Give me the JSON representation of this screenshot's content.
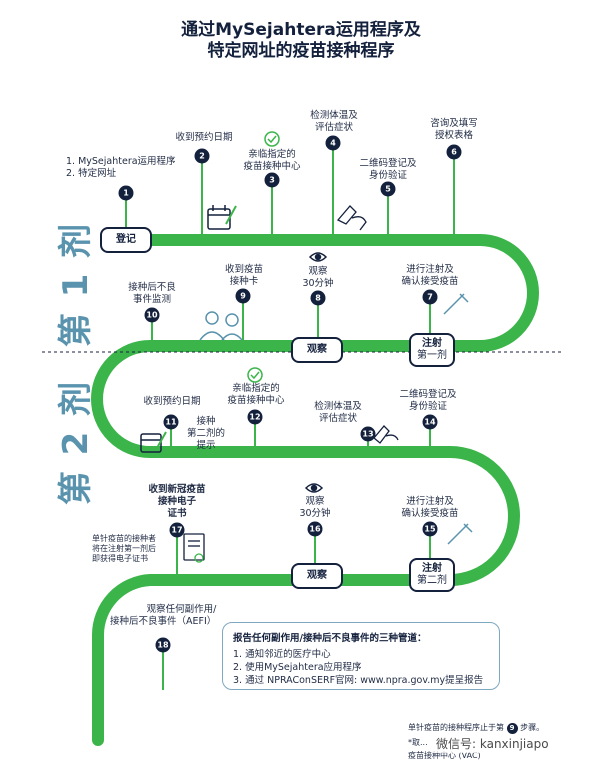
{
  "title": {
    "line1": "通过MySejahtera运用程序及",
    "line2": "特定网址的疫苗接种程序"
  },
  "dose_labels": {
    "dose1": "第 1 剂",
    "dose2": "第 2 剂"
  },
  "colors": {
    "track": "#3bb54a",
    "navy": "#14213d",
    "dose": "#5a93ad",
    "check": "#3bb54a"
  },
  "steps": {
    "s1": {
      "num": "1",
      "text": "1. MySejahtera运用程序\n2. 特定网址"
    },
    "s2": {
      "num": "2",
      "text": "收到预约日期"
    },
    "s3": {
      "num": "3",
      "text": "亲临指定的\n疫苗接种中心"
    },
    "s4": {
      "num": "4",
      "text": "检测体温及\n评估症状"
    },
    "s5": {
      "num": "5",
      "text": "二维码登记及\n身份验证"
    },
    "s6": {
      "num": "6",
      "text": "咨询及填写\n授权表格"
    },
    "s7": {
      "num": "7",
      "text": "进行注射及\n确认接受疫苗"
    },
    "s8": {
      "num": "8",
      "text": "观察\n30分钟"
    },
    "s9": {
      "num": "9",
      "text": "收到疫苗\n接种卡"
    },
    "s10": {
      "num": "10",
      "text": "接种后不良\n事件监测"
    },
    "s11": {
      "num": "11",
      "text": "收到预约日期"
    },
    "s12": {
      "num": "12",
      "text": "亲临指定的\n疫苗接种中心"
    },
    "s12b": {
      "text": "接种\n第二剂的\n提示"
    },
    "s13": {
      "num": "13",
      "text": "检测体温及\n评估症状"
    },
    "s14": {
      "num": "14",
      "text": "二维码登记及\n身份验证"
    },
    "s15": {
      "num": "15",
      "text": "进行注射及\n确认接受疫苗"
    },
    "s16": {
      "num": "16",
      "text": "观察\n30分钟"
    },
    "s17": {
      "num": "17",
      "text": "收到新冠疫苗\n接种电子\n证书"
    },
    "s17b": {
      "text": "单针疫苗的接种者\n将在注射第一剂后\n即获得电子证书"
    },
    "s18": {
      "num": "18",
      "text": "观察任何副作用/\n接种后不良事件（AEFI）"
    }
  },
  "pills": {
    "register": "登记",
    "inject1_main": "注射",
    "inject1_sub": "第一剂",
    "observe1": "观察",
    "observe2": "观察",
    "inject2_main": "注射",
    "inject2_sub": "第二剂"
  },
  "report_box": {
    "heading": "报告任何副作用/接种后不良事件的三种管道：",
    "items": [
      "1.  通知邻近的医疗中心",
      "2.  使用MySejahtera应用程序",
      "3.  通过 NPRAConSERF官网: www.npra.gov.my提呈报告"
    ]
  },
  "footnote": {
    "line1": "单针疫苗的接种程序止于第",
    "line1_num": "9",
    "line1_end": "步骤。",
    "line2": "*取...",
    "line3": "疫苗接种中心 (VAC)"
  },
  "watermark": "微信号: kanxinjiapo",
  "icons": [
    "calendar-icon",
    "check-icon",
    "thermometer-hand-icon",
    "eye-icon",
    "syringe-icon",
    "people-icon",
    "certificate-icon",
    "phone-scan-icon"
  ]
}
